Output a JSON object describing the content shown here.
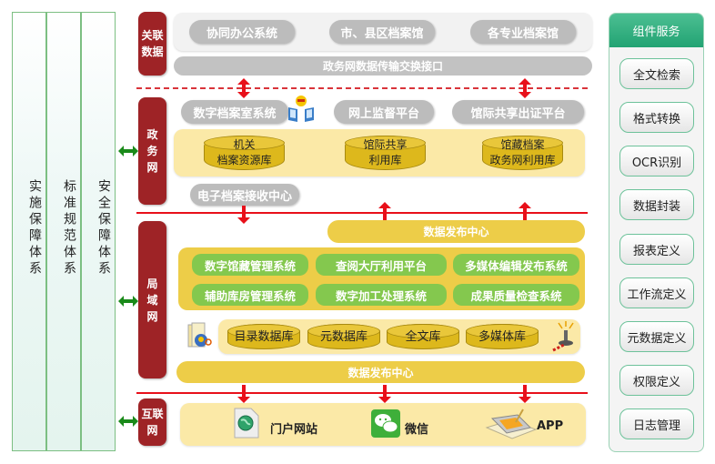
{
  "pillars": [
    {
      "label": "实施保障体系"
    },
    {
      "label": "标准规范体系"
    },
    {
      "label": "安全保障体系"
    }
  ],
  "layers": {
    "related": {
      "label": "关联数据"
    },
    "gov": {
      "label": "政务网"
    },
    "lan": {
      "label": "局域网"
    },
    "internet": {
      "label": "互联网"
    }
  },
  "related_data": {
    "systems": [
      "协同办公系统",
      "市、县区档案馆",
      "各专业档案馆"
    ],
    "interface": "政务网数据传输交换接口"
  },
  "gov_network": {
    "platforms": [
      "数字档案室系统",
      "网上监督平台",
      "馆际共享出证平台"
    ],
    "databases": [
      {
        "line1": "机关",
        "line2": "档案资源库"
      },
      {
        "line1": "馆际共享",
        "line2": "利用库"
      },
      {
        "line1": "馆藏档案",
        "line2": "政务网利用库"
      }
    ],
    "receive_center": "电子档案接收中心"
  },
  "lan_network": {
    "publish_top": "数据发布中心",
    "systems": [
      "数字馆藏管理系统",
      "查阅大厅利用平台",
      "多媒体编辑发布系统",
      "辅助库房管理系统",
      "数字加工处理系统",
      "成果质量检查系统"
    ],
    "databases": [
      "目录数据库",
      "元数据库",
      "全文库",
      "多媒体库"
    ],
    "publish_bottom": "数据发布中心"
  },
  "internet": {
    "channels": [
      {
        "label": "门户网站",
        "icon": "web-page-globe-icon"
      },
      {
        "label": "微信",
        "icon": "wechat-icon"
      },
      {
        "label": "APP",
        "icon": "pda-device-icon"
      }
    ]
  },
  "services": {
    "title": "组件服务",
    "items": [
      "全文检索",
      "格式转换",
      "OCR识别",
      "数据封装",
      "报表定义",
      "工作流定义",
      "元数据定义",
      "权限定义",
      "日志管理"
    ]
  },
  "colors": {
    "layer_red": "#9e2326",
    "line_red": "#e8101a",
    "green_button": "#84c84e",
    "yellow_panel": "#fbe9a7",
    "db_gold": "#ddb81c",
    "service_header": "#22a373",
    "grey_pill": "#bcbcbc"
  }
}
